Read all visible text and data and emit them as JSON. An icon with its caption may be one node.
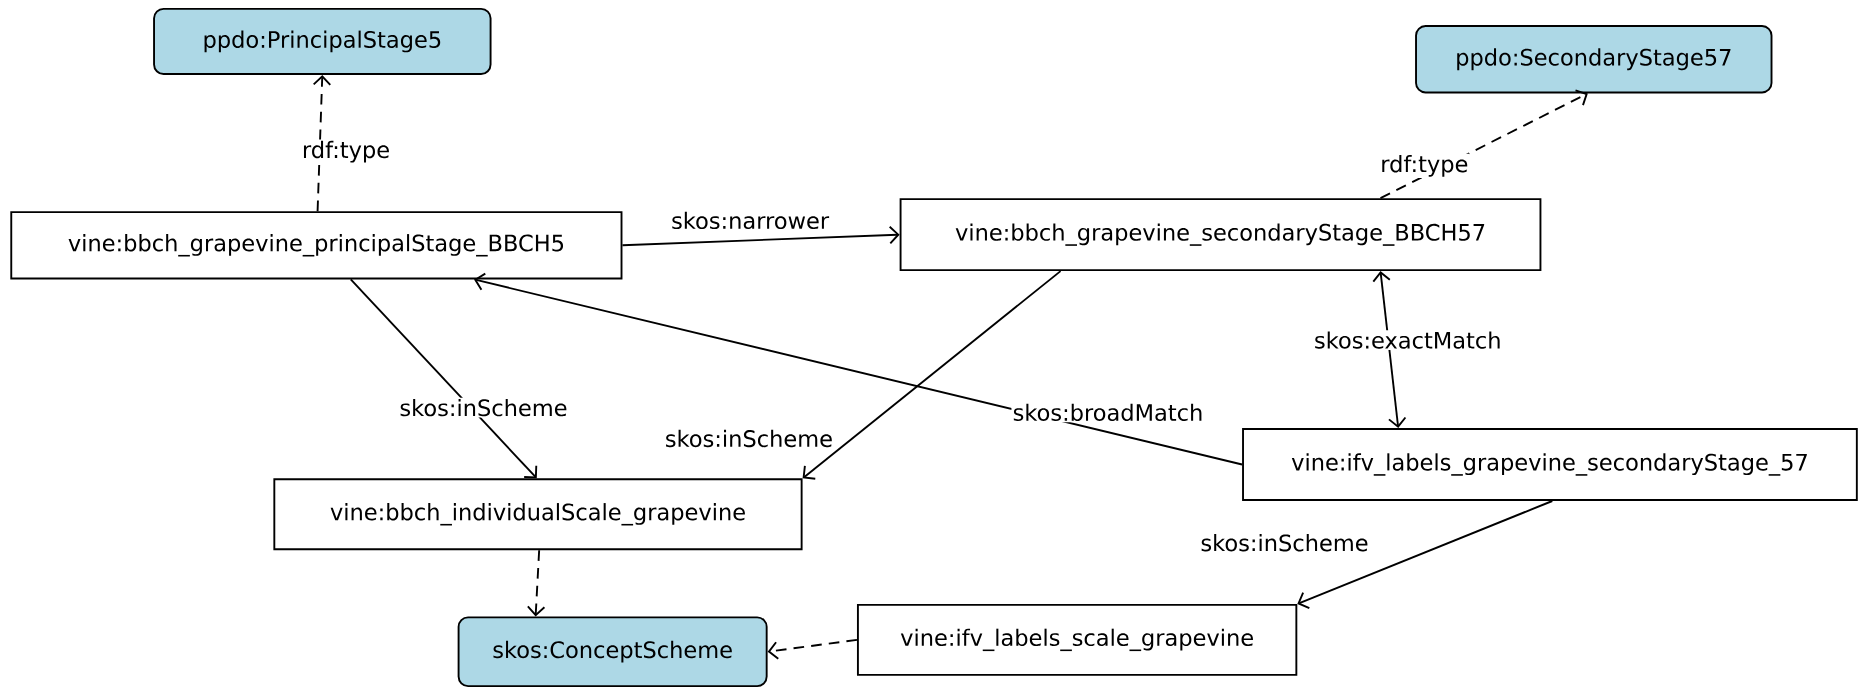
{
  "diagram": {
    "nodes": [
      {
        "text": [
          "ppdo:PrincipalStage5"
        ]
      },
      {
        "text": [
          "vine:bbch_grapevine_principalStage_BBCH5"
        ]
      },
      {
        "text": [
          "ppdo:SecondaryStage57"
        ]
      },
      {
        "text": [
          "vine:bbch_grapevine_secondaryStage_BBCH57"
        ]
      },
      {
        "text": [
          "vine:bbch_individualScale_grapevine"
        ]
      },
      {
        "text": [
          "vine:ifv_labels_grapevine_secondaryStage_57"
        ]
      },
      {
        "text": [
          "skos:ConceptScheme"
        ]
      },
      {
        "text": [
          "vine:ifv_labels_scale_grapevine"
        ]
      }
    ],
    "edges": [
      {
        "from": 1,
        "to": 0,
        "arrow": "to",
        "label": "rdf:type",
        "style": "dashed"
      },
      {
        "from": 1,
        "to": 3,
        "arrow": "to",
        "label": "skos:narrower"
      },
      {
        "from": 3,
        "to": 2,
        "arrow": "to",
        "label": "rdf:type",
        "style": "dashed"
      },
      {
        "from": 1,
        "to": 4,
        "arrow": "to",
        "label": "skos:inScheme"
      },
      {
        "from": 3,
        "to": 4,
        "arrow": "to",
        "label": "skos:inScheme"
      },
      {
        "from": 5,
        "to": 1,
        "arrow": "to",
        "label": "skos:broadMatch"
      },
      {
        "from": 3,
        "to": 5,
        "arrow": "both",
        "label": "skos:exactMatch"
      },
      {
        "from": 4,
        "to": 6,
        "arrow": "to",
        "style": "dashed"
      },
      {
        "from": 5,
        "to": 7,
        "arrow": "to",
        "label": "skos:inScheme"
      },
      {
        "from": 7,
        "to": 6,
        "arrow": "to",
        "style": "dashed"
      }
    ]
  }
}
